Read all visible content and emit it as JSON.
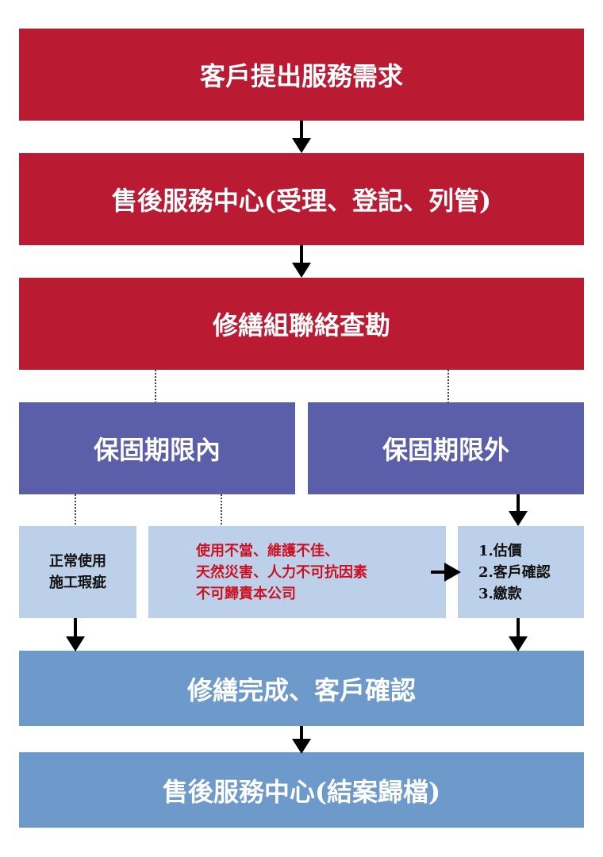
{
  "step1": "客戶提出服務需求",
  "step2": "售後服務中心(受理、登記、列管)",
  "step3": "修繕組聯絡查勘",
  "warranty_in": "保固期限內",
  "warranty_out": "保固期限外",
  "normal_use": {
    "line1": "正常使用",
    "line2": "施工瑕疵"
  },
  "misuse": {
    "line1": "使用不當、維護不佳、",
    "line2": "天然災害、人力不可抗因素",
    "line3": "不可歸責本公司"
  },
  "paid_steps": {
    "line1": "1.估價",
    "line2": "2.客戶確認",
    "line3": "3.繳款"
  },
  "step_complete": "修繕完成、客戶確認",
  "step_close": "售後服務中心(結案歸檔)",
  "colors": {
    "red": "#bb1a33",
    "purple": "#5b5ea9",
    "light_blue": "#bdd0ea",
    "mid_blue": "#6e9acb",
    "warning_text": "#cc1122"
  }
}
